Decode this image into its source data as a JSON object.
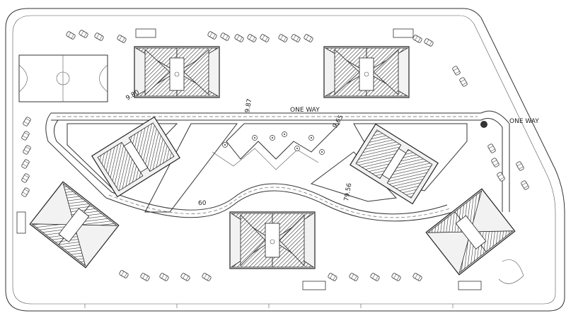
{
  "plan": {
    "dimension_labels": [
      {
        "id": "dim-top-left",
        "text": "9.80"
      },
      {
        "id": "dim-top-mid",
        "text": "9.87"
      },
      {
        "id": "dim-top-right",
        "text": "9.65"
      },
      {
        "id": "dim-right-mid",
        "text": "79.56"
      },
      {
        "id": "dim-center",
        "text": "60"
      }
    ],
    "road_markings": [
      "ONE WAY",
      "ONE WAY"
    ]
  }
}
